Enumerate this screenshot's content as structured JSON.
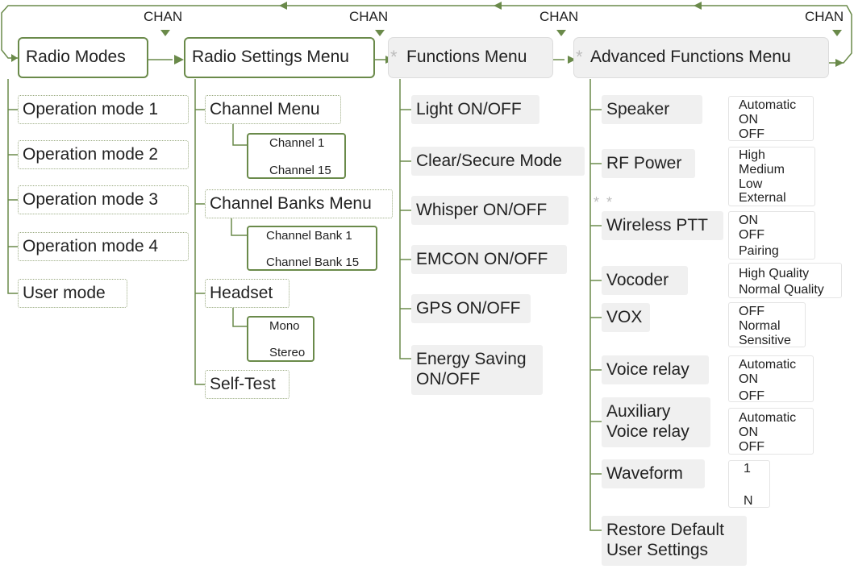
{
  "chan_label": "CHAN",
  "asterisk": "*",
  "double_asterisk": "* *",
  "top_menus": {
    "radio_modes": "Radio Modes",
    "radio_settings": "Radio Settings Menu",
    "functions": "Functions Menu",
    "advanced_functions": "Advanced Functions Menu"
  },
  "radio_modes_items": [
    "Operation mode 1",
    "Operation mode 2",
    "Operation mode 3",
    "Operation mode 4",
    "User mode"
  ],
  "radio_settings_items": {
    "channel_menu": "Channel Menu",
    "channel_first": "Channel 1",
    "channel_last": "Channel 15",
    "channel_banks_menu": "Channel Banks Menu",
    "bank_first": "Channel Bank 1",
    "bank_last": "Channel Bank 15",
    "headset": "Headset",
    "headset_mono": "Mono",
    "headset_stereo": "Stereo",
    "self_test": "Self-Test"
  },
  "functions_items": [
    "Light ON/OFF",
    "Clear/Secure Mode",
    "Whisper ON/OFF",
    "EMCON ON/OFF",
    "GPS ON/OFF",
    "Energy Saving",
    "ON/OFF"
  ],
  "advanced_items": {
    "speaker": "Speaker",
    "speaker_options": [
      "Automatic",
      "ON",
      "OFF"
    ],
    "rf_power": "RF Power",
    "rf_power_options": [
      "High",
      "Medium",
      "Low",
      "External"
    ],
    "wireless_ptt": "Wireless PTT",
    "wireless_ptt_options": [
      "ON",
      "OFF",
      "Pairing"
    ],
    "vocoder": "Vocoder",
    "vocoder_options": [
      "High Quality",
      "Normal Quality"
    ],
    "vox": "VOX",
    "vox_options": [
      "OFF",
      "Normal",
      "Sensitive"
    ],
    "voice_relay": "Voice relay",
    "voice_relay_options": [
      "Automatic",
      "ON",
      "OFF"
    ],
    "aux_voice_relay": [
      "Auxiliary",
      "Voice relay"
    ],
    "aux_voice_relay_options": [
      "Automatic",
      "ON",
      "OFF"
    ],
    "waveform": "Waveform",
    "waveform_options": [
      "1",
      "N"
    ],
    "restore_defaults": [
      "Restore Default",
      "User Settings"
    ]
  },
  "colors": {
    "line": "#6a8a4a",
    "gray_fill": "#f0f0f0",
    "asterisk": "#bcbcbc"
  }
}
